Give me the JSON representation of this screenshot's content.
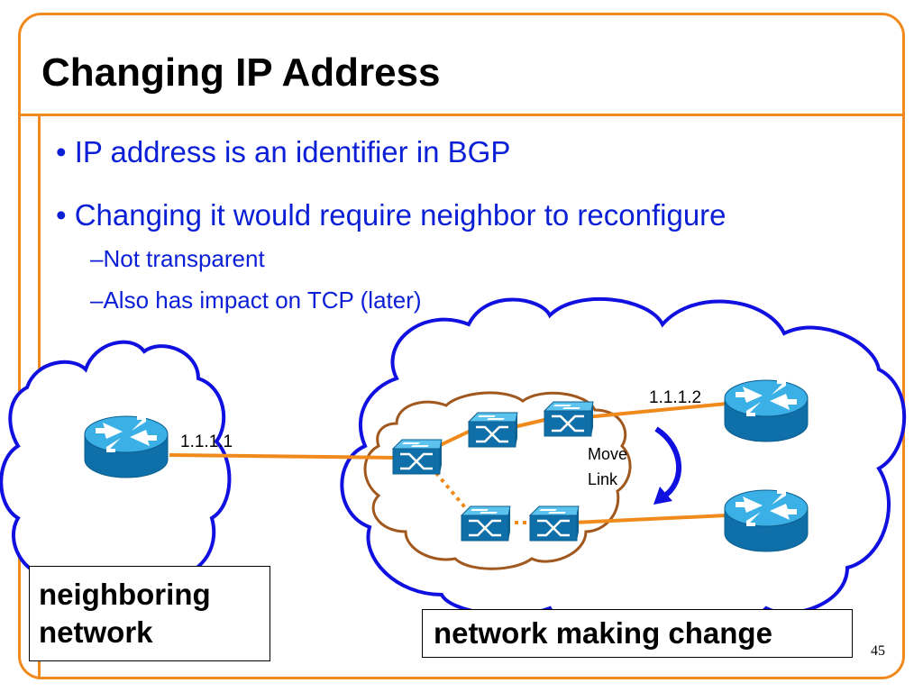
{
  "slide": {
    "title": "Changing IP Address",
    "bullets": [
      "• IP address is an identifier in BGP",
      "• Changing it would require neighbor to reconfigure"
    ],
    "sub_bullets": [
      "–Not transparent",
      "–Also has impact on TCP (later)"
    ],
    "page_number": "45"
  },
  "diagram": {
    "ip_left": "1.1.1.1",
    "ip_right": "1.1.1.2",
    "move_link_line1": "Move",
    "move_link_line2": "Link",
    "neighbor_label_line1": "neighboring",
    "neighbor_label_line2": "network",
    "change_label": "network making change"
  },
  "colors": {
    "accent_orange": "#f08a1c",
    "bullet_blue": "#0b1fd6",
    "cloud_blue": "#1010e0",
    "inner_cloud_brown": "#a0581e",
    "router_blue": "#1a8ec8"
  }
}
